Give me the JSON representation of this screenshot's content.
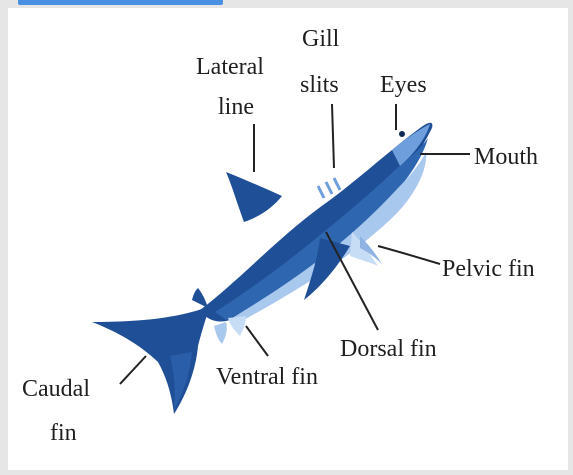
{
  "labels": {
    "gill_line1": "Gill",
    "gill_line2": "slits",
    "lateral_line1": "Lateral",
    "lateral_line2": "line",
    "eyes": "Eyes",
    "mouth": "Mouth",
    "pelvic_fin": "Pelvic fin",
    "dorsal_fin": "Dorsal fin",
    "ventral_fin": "Ventral fin",
    "caudal_line1": "Caudal",
    "caudal_line2": "fin"
  },
  "colors": {
    "dark_body": "#1f4f96",
    "mid_body": "#2f66b0",
    "light_belly": "#a9c8ee",
    "pale_fin": "#c7dcf5",
    "accent_bar": "#4a90e2"
  }
}
